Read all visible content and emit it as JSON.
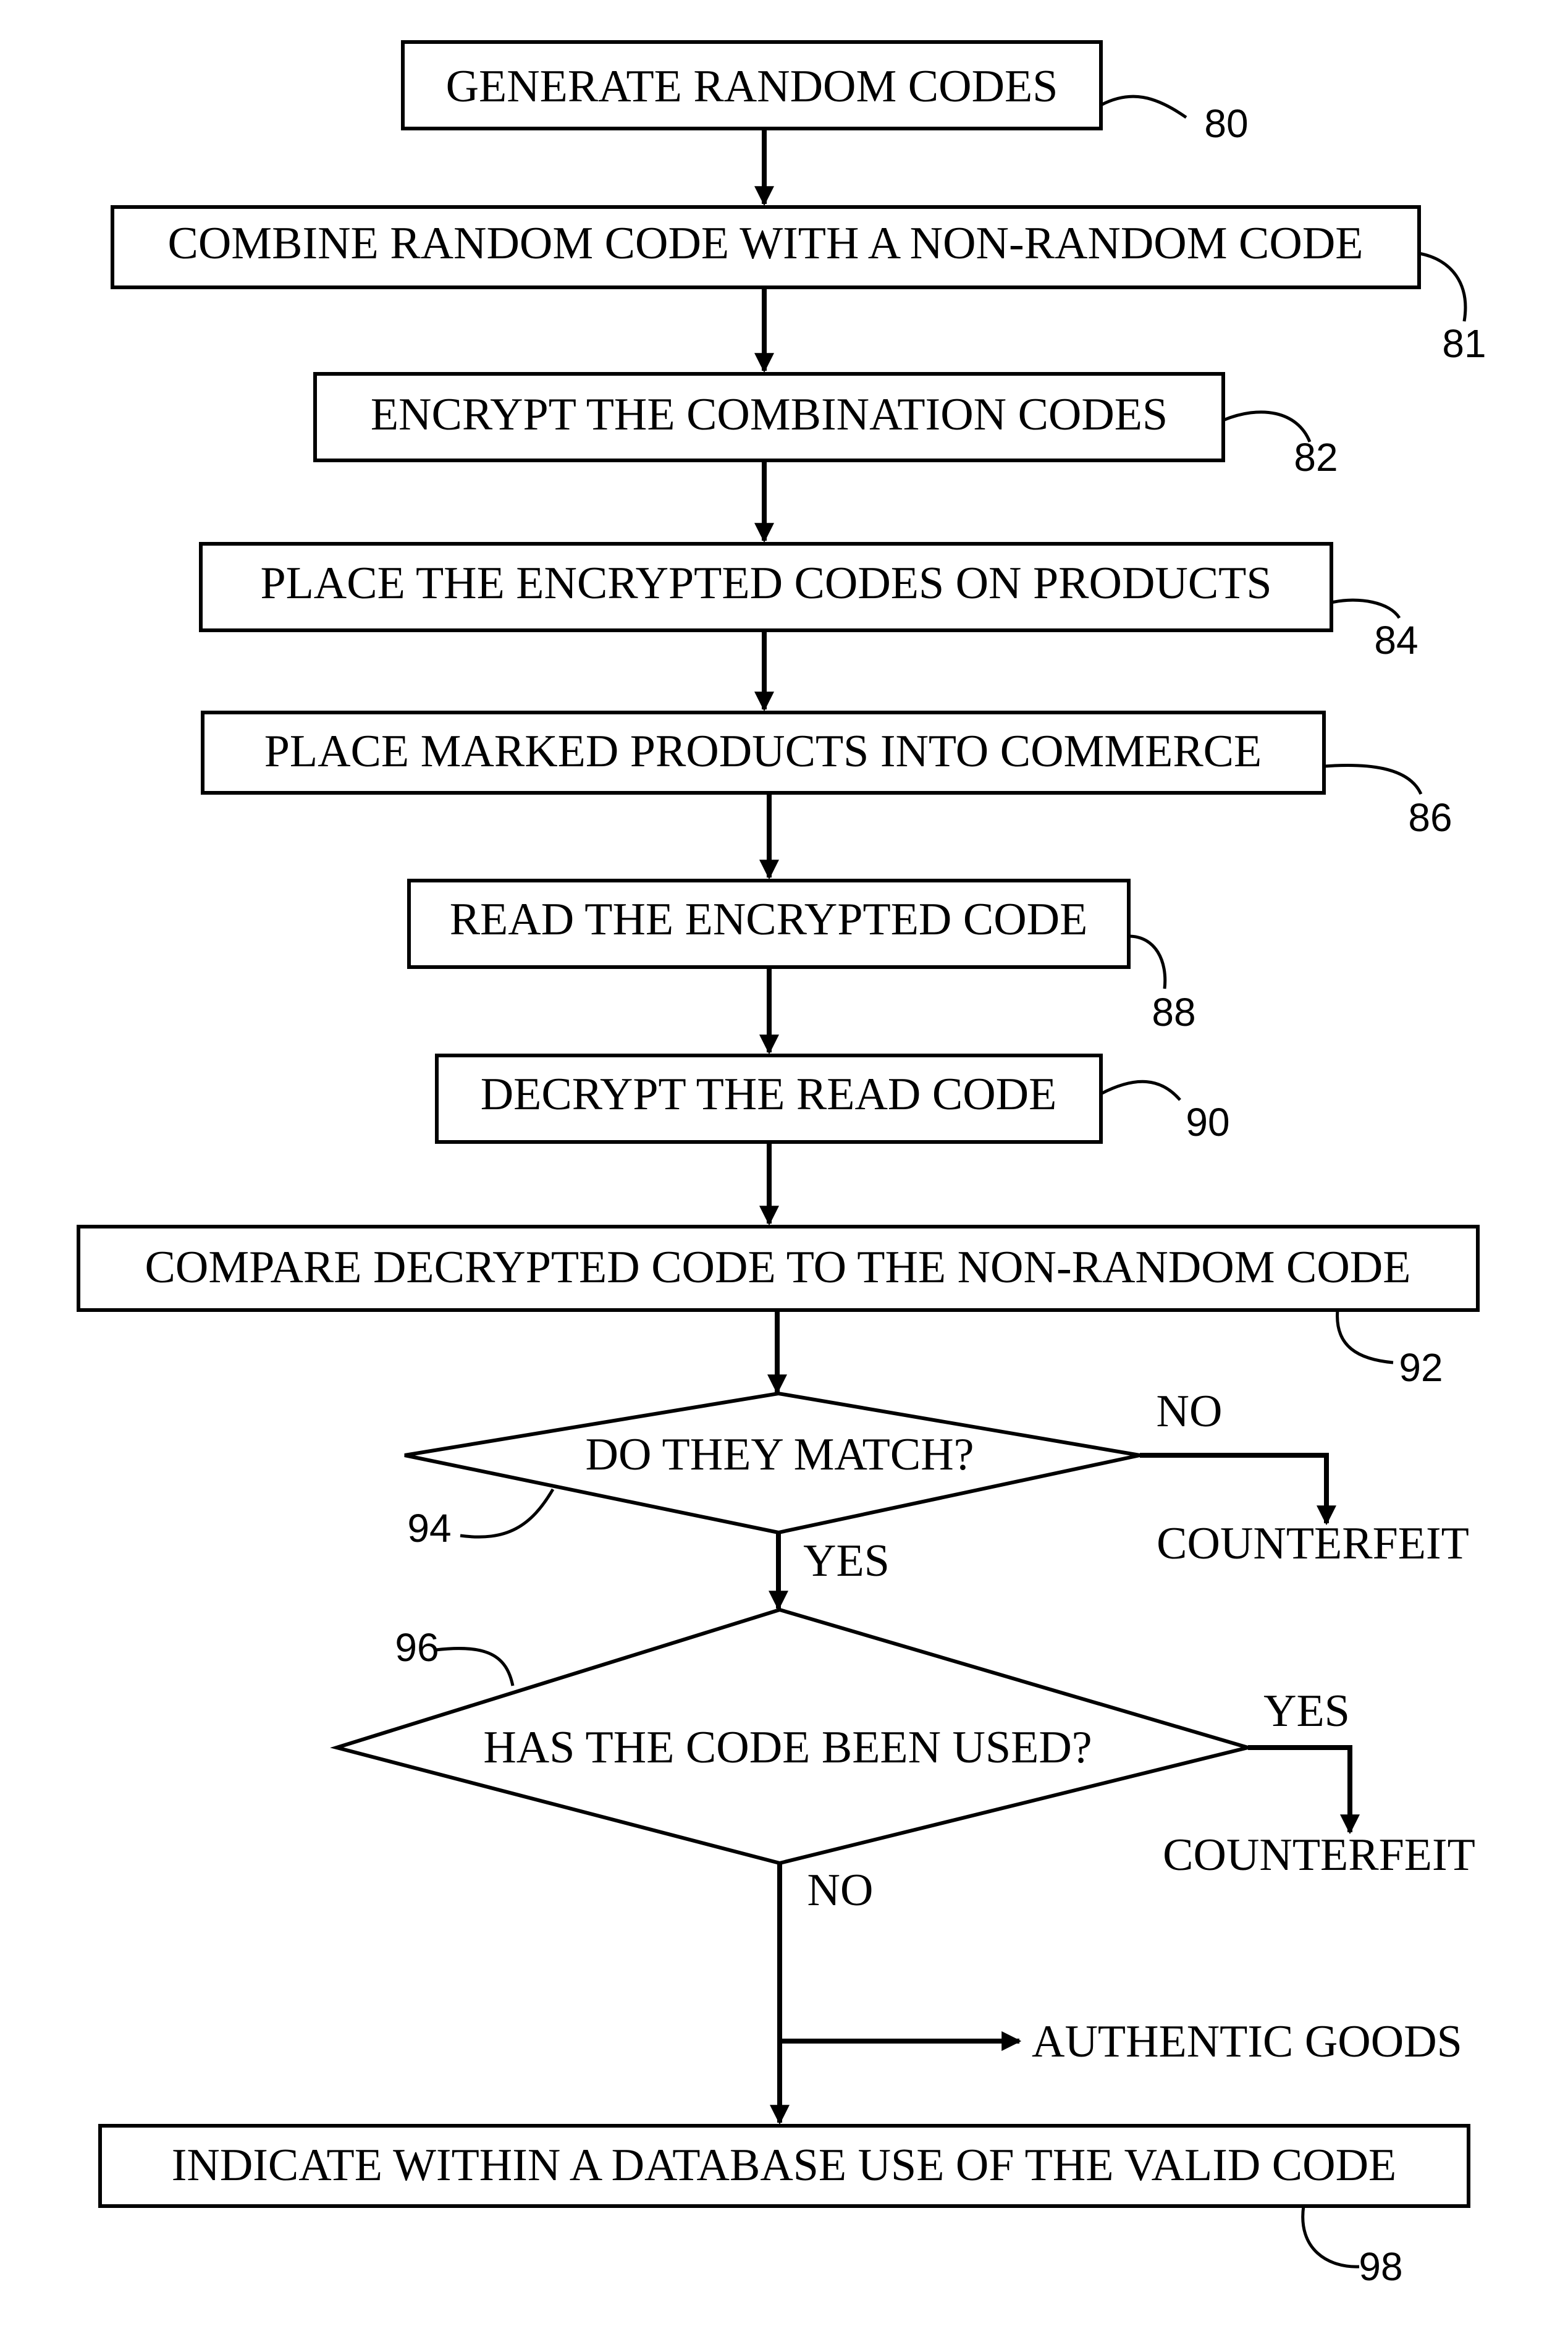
{
  "steps": [
    {
      "ref": "80",
      "text": "GENERATE RANDOM CODES"
    },
    {
      "ref": "81",
      "text": "COMBINE RANDOM CODE WITH A NON-RANDOM CODE"
    },
    {
      "ref": "82",
      "text": "ENCRYPT THE COMBINATION CODES"
    },
    {
      "ref": "84",
      "text": "PLACE THE ENCRYPTED CODES ON PRODUCTS"
    },
    {
      "ref": "86",
      "text": "PLACE MARKED PRODUCTS INTO COMMERCE"
    },
    {
      "ref": "88",
      "text": "READ THE ENCRYPTED CODE"
    },
    {
      "ref": "90",
      "text": "DECRYPT THE READ CODE"
    },
    {
      "ref": "92",
      "text": "COMPARE DECRYPTED CODE TO THE NON-RANDOM CODE"
    }
  ],
  "decisions": [
    {
      "ref": "94",
      "text": "DO THEY MATCH?",
      "yes": "YES",
      "no": "NO",
      "outcome": "COUNTERFEIT"
    },
    {
      "ref": "96",
      "text": "HAS THE CODE BEEN USED?",
      "yes": "YES",
      "no": "NO",
      "outcome": "COUNTERFEIT"
    }
  ],
  "authentic": "AUTHENTIC GOODS",
  "final_step": {
    "ref": "98",
    "text": "INDICATE WITHIN A DATABASE USE OF THE VALID CODE"
  }
}
